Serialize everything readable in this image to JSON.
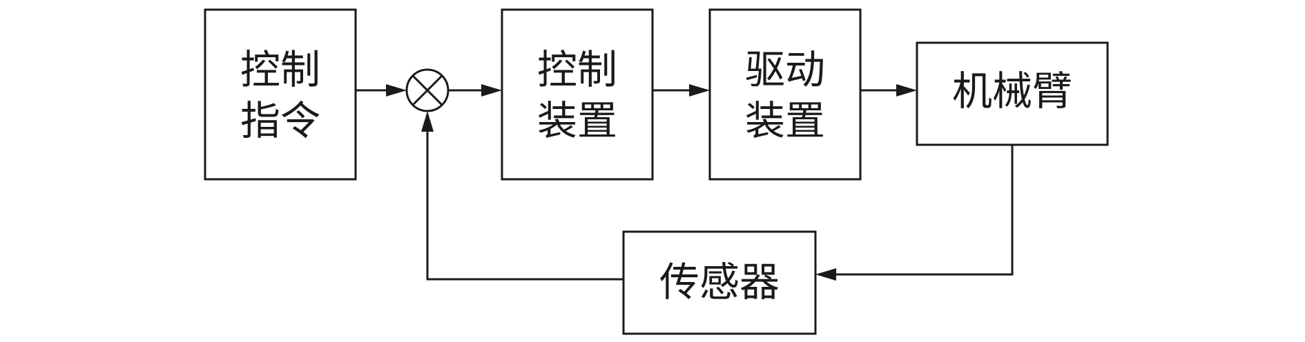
{
  "blocks": {
    "command": {
      "line1": "控制",
      "line2": "指令"
    },
    "controller": {
      "line1": "控制",
      "line2": "装置"
    },
    "driver": {
      "line1": "驱动",
      "line2": "装置"
    },
    "arm": {
      "label": "机械臂"
    },
    "sensor": {
      "label": "传感器"
    }
  },
  "colors": {
    "stroke": "#1a1a1a",
    "background": "#ffffff"
  }
}
